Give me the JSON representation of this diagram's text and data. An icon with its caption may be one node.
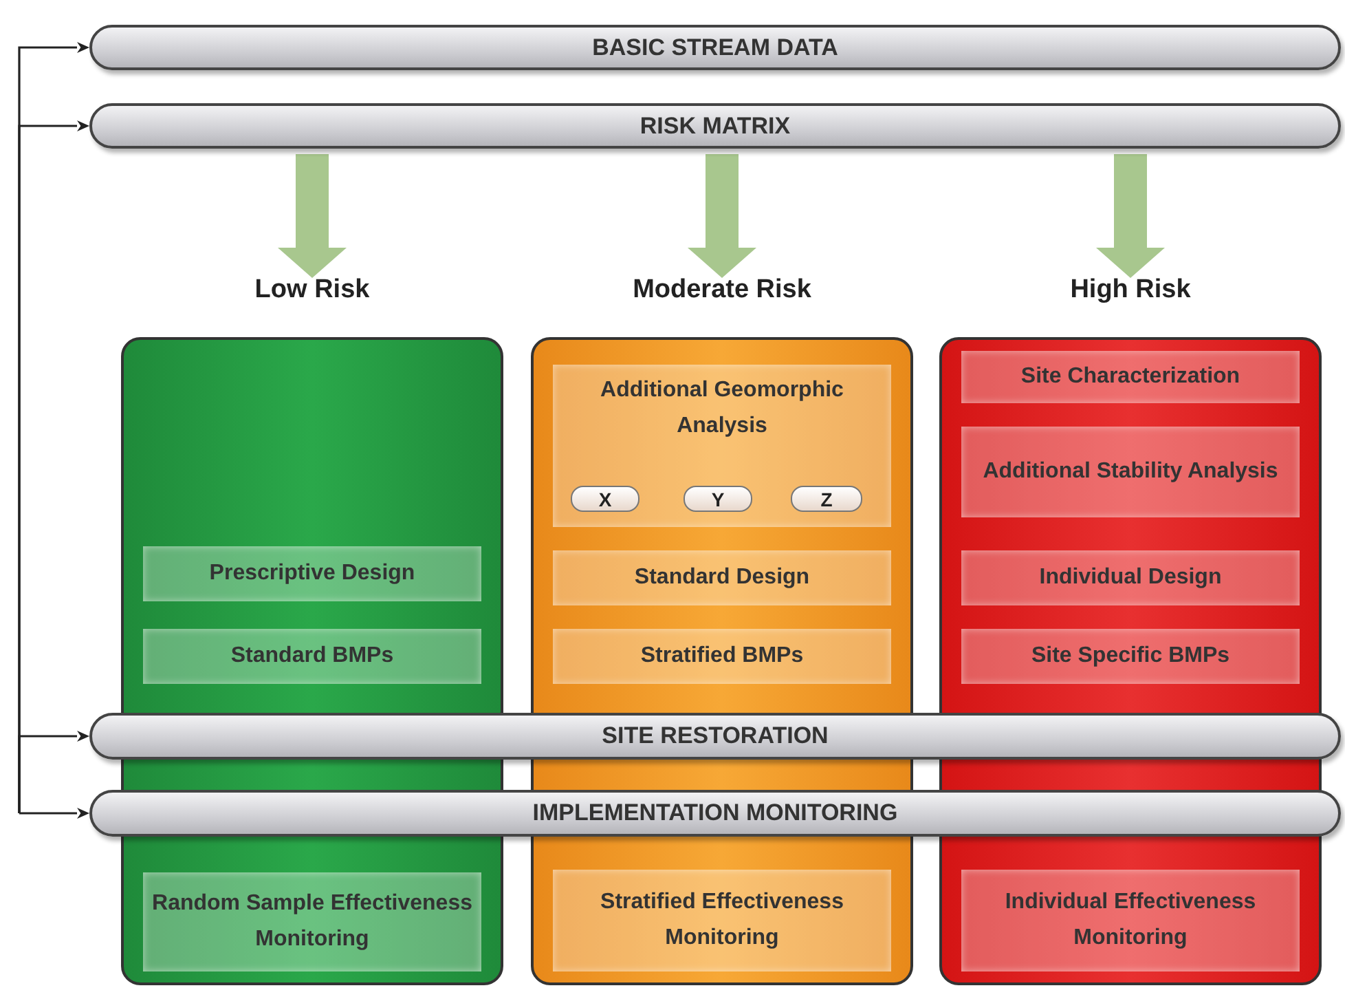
{
  "diagram": {
    "nodes": [
      {
        "text": [
          "BASIC STREAM DATA"
        ]
      },
      {
        "text": [
          "RISK MATRIX"
        ]
      },
      {
        "text": [
          "Low Risk"
        ]
      },
      {
        "text": [
          "Prescriptive Design"
        ],
        "in": 2
      },
      {
        "text": [
          "Standard BMPs"
        ],
        "in": 2
      },
      {
        "text": [
          "Random Sample Effectiveness Monitoring"
        ],
        "in": 2
      },
      {
        "text": [
          "Moderate Risk"
        ]
      },
      {
        "text": [
          "Additional Geomorphic Analysis"
        ],
        "in": 6
      },
      {
        "text": [
          "X"
        ],
        "in": 7
      },
      {
        "text": [
          "Y"
        ],
        "in": 7
      },
      {
        "text": [
          "Z"
        ],
        "in": 7
      },
      {
        "text": [
          "Standard Design"
        ],
        "in": 6
      },
      {
        "text": [
          "Stratified BMPs"
        ],
        "in": 6
      },
      {
        "text": [
          "Stratified Effectiveness Monitoring"
        ],
        "in": 6
      },
      {
        "text": [
          "High Risk"
        ]
      },
      {
        "text": [
          "Site Characterization"
        ],
        "in": 14
      },
      {
        "text": [
          "Additional Stability Analysis"
        ],
        "in": 14
      },
      {
        "text": [
          "Individual Design"
        ],
        "in": 14
      },
      {
        "text": [
          "Site Specific BMPs"
        ],
        "in": 14
      },
      {
        "text": [
          "Individual Effectiveness Monitoring"
        ],
        "in": 14
      },
      {
        "text": [
          "SITE RESTORATION"
        ]
      },
      {
        "text": [
          "IMPLEMENTATION MONITORING"
        ]
      }
    ],
    "edges": [
      {
        "from": null,
        "to": 0,
        "arrow": "to"
      },
      {
        "from": null,
        "to": 1,
        "arrow": "to"
      },
      {
        "from": null,
        "to": 20,
        "arrow": "to"
      },
      {
        "from": null,
        "to": 21,
        "arrow": "to"
      },
      {
        "from": 1,
        "to": 2,
        "arrow": "to",
        "style": "thick",
        "color": "#a8c78e"
      },
      {
        "from": 1,
        "to": 6,
        "arrow": "to",
        "style": "thick",
        "color": "#a8c78e"
      },
      {
        "from": 1,
        "to": 14,
        "arrow": "to",
        "style": "thick",
        "color": "#a8c78e"
      }
    ]
  }
}
